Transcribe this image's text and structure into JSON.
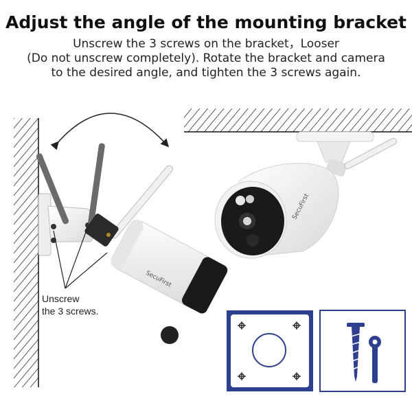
{
  "heading": "Adjust the angle of the mounting bracket",
  "instructions": {
    "line1": "Unscrew the 3 screws on the bracket，Looser",
    "line2": "(Do not unscrew completely). Rotate the bracket and camera",
    "line3": "to the desired angle, and tighten the 3 screws again."
  },
  "callout": {
    "line1": "Unscrew",
    "line2": "the 3 screws."
  },
  "camera_brand_left": "SecuFirst",
  "camera_brand_right": "SecuFirst",
  "colors": {
    "panel_blue": "#2e3f8f",
    "ink": "#111111",
    "antenna_gray": "#6b6b6b",
    "camera_white": "#f4f4f4",
    "camera_face": "#1a1a1a"
  }
}
